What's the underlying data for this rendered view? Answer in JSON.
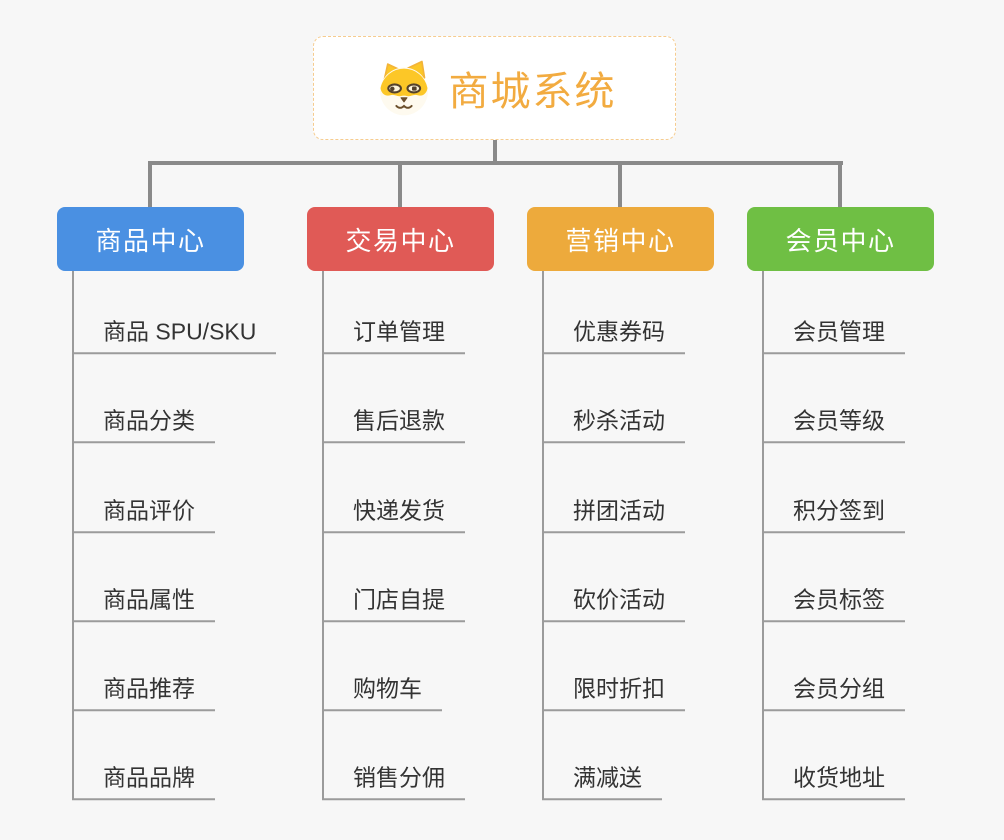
{
  "background": "#f7f7f7",
  "connector_color": "#8a8a8a",
  "tree_line_color": "#9b9b9b",
  "root": {
    "title": "商城系统",
    "title_color": "#f2ab40",
    "border_color": "#f6cc8f",
    "icon": "dog-face-icon"
  },
  "branches": [
    {
      "label": "商品中心",
      "color": "#4a90e2",
      "items": [
        "商品 SPU/SKU",
        "商品分类",
        "商品评价",
        "商品属性",
        "商品推荐",
        "商品品牌"
      ]
    },
    {
      "label": "交易中心",
      "color": "#e05a56",
      "items": [
        "订单管理",
        "售后退款",
        "快递发货",
        "门店自提",
        "购物车",
        "销售分佣"
      ]
    },
    {
      "label": "营销中心",
      "color": "#edaa3c",
      "items": [
        "优惠券码",
        "秒杀活动",
        "拼团活动",
        "砍价活动",
        "限时折扣",
        "满减送"
      ]
    },
    {
      "label": "会员中心",
      "color": "#6fbf44",
      "items": [
        "会员管理",
        "会员等级",
        "积分签到",
        "会员标签",
        "会员分组",
        "收货地址"
      ]
    }
  ]
}
